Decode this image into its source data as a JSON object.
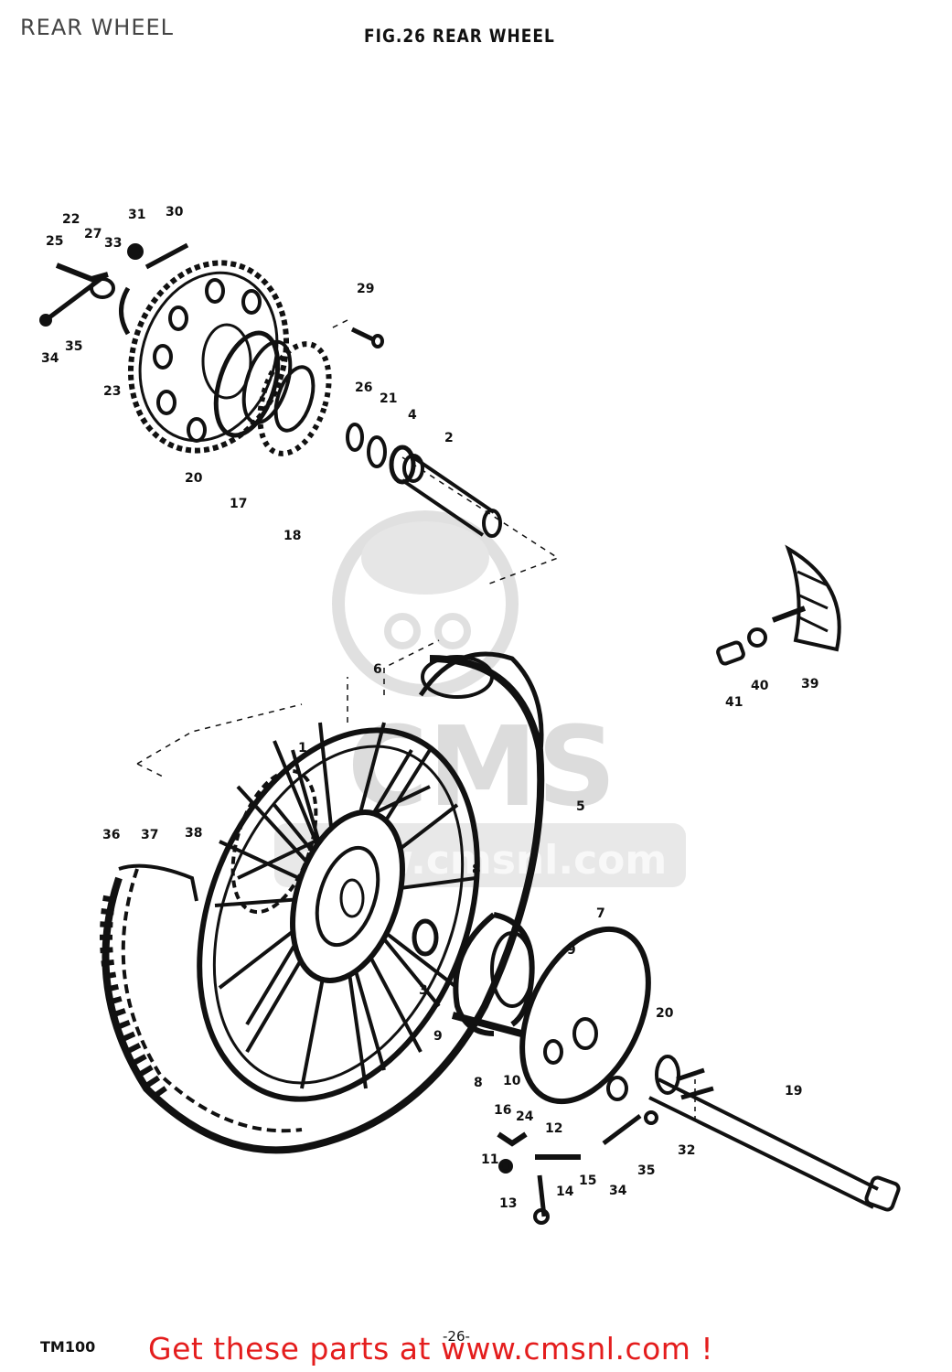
{
  "header": {
    "page_title": "REAR WHEEL",
    "figure_title": "FIG.26  REAR WHEEL"
  },
  "footer": {
    "model": "TM100",
    "page_number": "-26-",
    "cta": "Get these parts at www.cmsnl.com !"
  },
  "watermark": {
    "text": "CMS",
    "url_text": "www.cmsnl.com"
  },
  "callouts": [
    {
      "key": "l22a",
      "text": "22"
    },
    {
      "key": "l31",
      "text": "31"
    },
    {
      "key": "l30",
      "text": "30"
    },
    {
      "key": "l25",
      "text": "25"
    },
    {
      "key": "l27",
      "text": "27"
    },
    {
      "key": "l33",
      "text": "33"
    },
    {
      "key": "l34a",
      "text": "34"
    },
    {
      "key": "l35a",
      "text": "35"
    },
    {
      "key": "l23",
      "text": "23"
    },
    {
      "key": "l20a",
      "text": "20"
    },
    {
      "key": "l17",
      "text": "17"
    },
    {
      "key": "l18",
      "text": "18"
    },
    {
      "key": "l29",
      "text": "29"
    },
    {
      "key": "l26",
      "text": "26"
    },
    {
      "key": "l21",
      "text": "21"
    },
    {
      "key": "l4",
      "text": "4"
    },
    {
      "key": "l2",
      "text": "2"
    },
    {
      "key": "l41",
      "text": "41"
    },
    {
      "key": "l40",
      "text": "40"
    },
    {
      "key": "l39",
      "text": "39"
    },
    {
      "key": "l6",
      "text": "6"
    },
    {
      "key": "l1",
      "text": "1"
    },
    {
      "key": "l5",
      "text": "5"
    },
    {
      "key": "l36",
      "text": "36"
    },
    {
      "key": "l37",
      "text": "37"
    },
    {
      "key": "l38",
      "text": "38"
    },
    {
      "key": "l8a",
      "text": "8"
    },
    {
      "key": "l7",
      "text": "7"
    },
    {
      "key": "l9a",
      "text": "9"
    },
    {
      "key": "l3",
      "text": "3"
    },
    {
      "key": "l20b",
      "text": "20"
    },
    {
      "key": "l9b",
      "text": "9"
    },
    {
      "key": "l8b",
      "text": "8"
    },
    {
      "key": "l10",
      "text": "10"
    },
    {
      "key": "l19",
      "text": "19"
    },
    {
      "key": "l16",
      "text": "16"
    },
    {
      "key": "l24",
      "text": "24"
    },
    {
      "key": "l12",
      "text": "12"
    },
    {
      "key": "l11",
      "text": "11"
    },
    {
      "key": "l13",
      "text": "13"
    },
    {
      "key": "l14",
      "text": "14"
    },
    {
      "key": "l15",
      "text": "15"
    },
    {
      "key": "l34b",
      "text": "34"
    },
    {
      "key": "l35b",
      "text": "35"
    },
    {
      "key": "l32",
      "text": "32"
    }
  ]
}
